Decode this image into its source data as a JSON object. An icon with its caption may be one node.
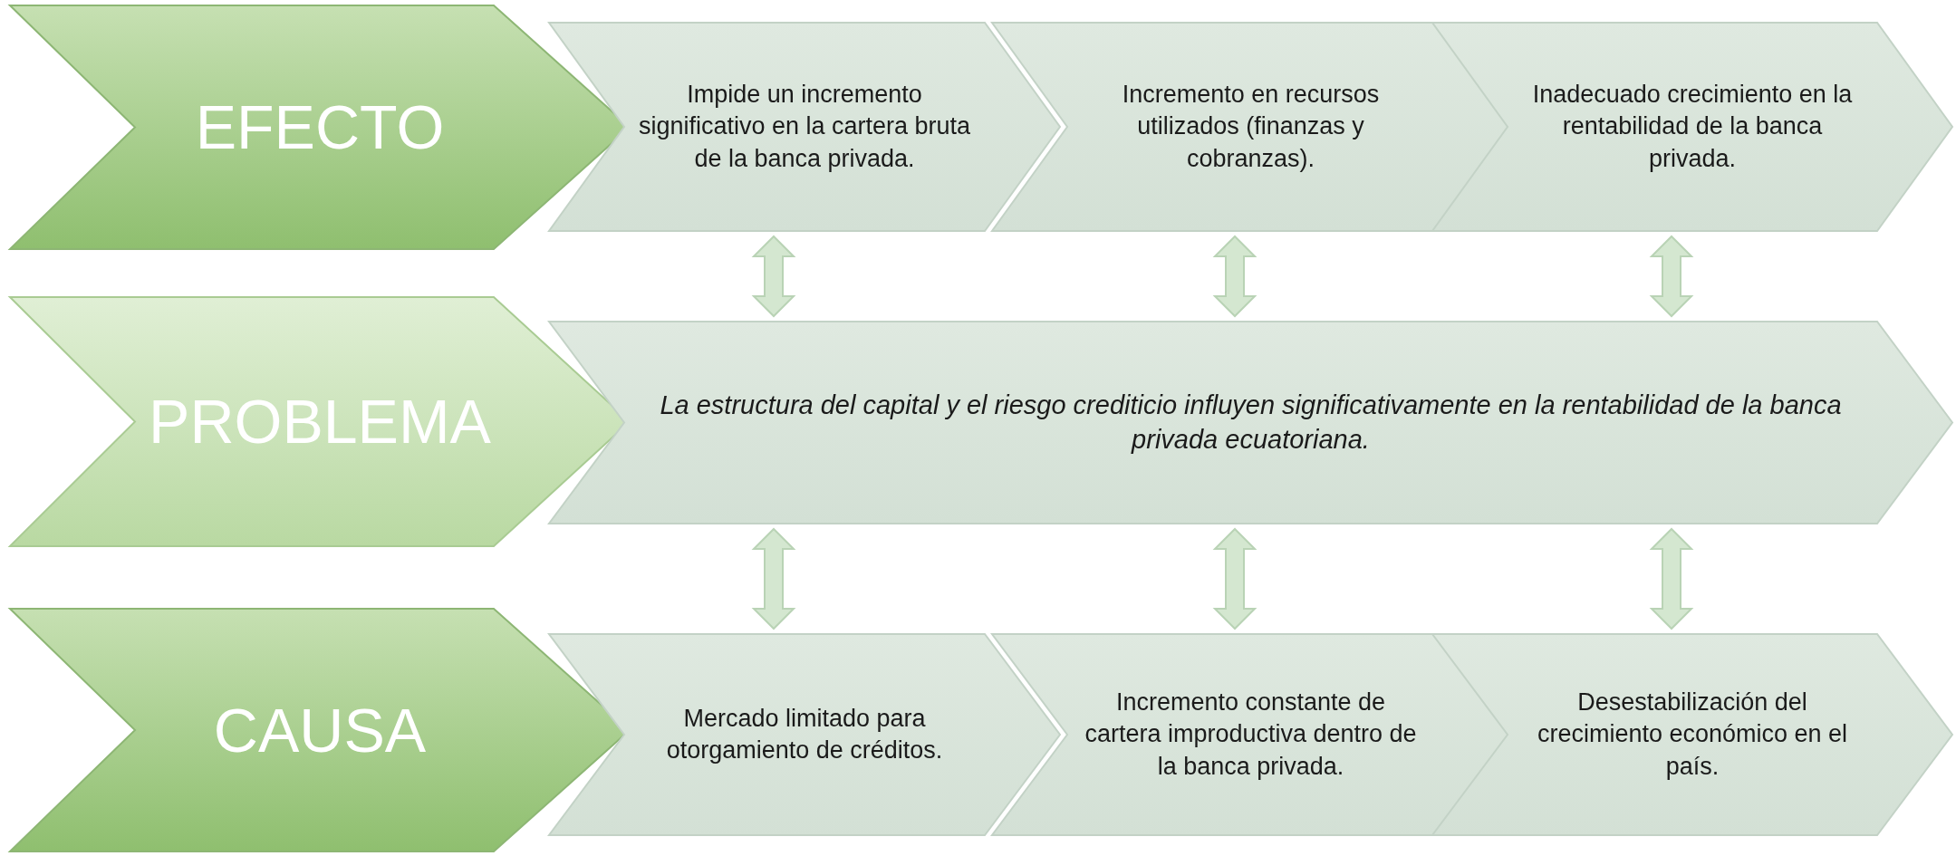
{
  "diagram": {
    "nodes": [
      {
        "text": [
          "EFECTO"
        ]
      },
      {
        "text": [
          "Impide un incremento significativo en la cartera bruta de la banca privada."
        ]
      },
      {
        "text": [
          "Incremento en recursos utilizados (finanzas y cobranzas)."
        ]
      },
      {
        "text": [
          "Inadecuado crecimiento en la rentabilidad de la banca privada."
        ]
      },
      {
        "text": [
          "PROBLEMA"
        ]
      },
      {
        "text": [
          "La estructura del capital y el riesgo crediticio influyen significativamente en la rentabilidad de la banca privada ecuatoriana."
        ]
      },
      {
        "text": [
          "CAUSA"
        ]
      },
      {
        "text": [
          "Mercado limitado para otorgamiento de créditos."
        ]
      },
      {
        "text": [
          "Incremento constante de cartera improductiva dentro de la banca privada."
        ]
      },
      {
        "text": [
          "Desestabilización del crecimiento económico en el país."
        ]
      }
    ],
    "edges": [
      {
        "from": 1,
        "to": 5,
        "arrow": "both"
      },
      {
        "from": 2,
        "to": 5,
        "arrow": "both"
      },
      {
        "from": 3,
        "to": 5,
        "arrow": "both"
      },
      {
        "from": 5,
        "to": 7,
        "arrow": "both"
      },
      {
        "from": 5,
        "to": 8,
        "arrow": "both"
      },
      {
        "from": 5,
        "to": 9,
        "arrow": "both"
      }
    ]
  }
}
